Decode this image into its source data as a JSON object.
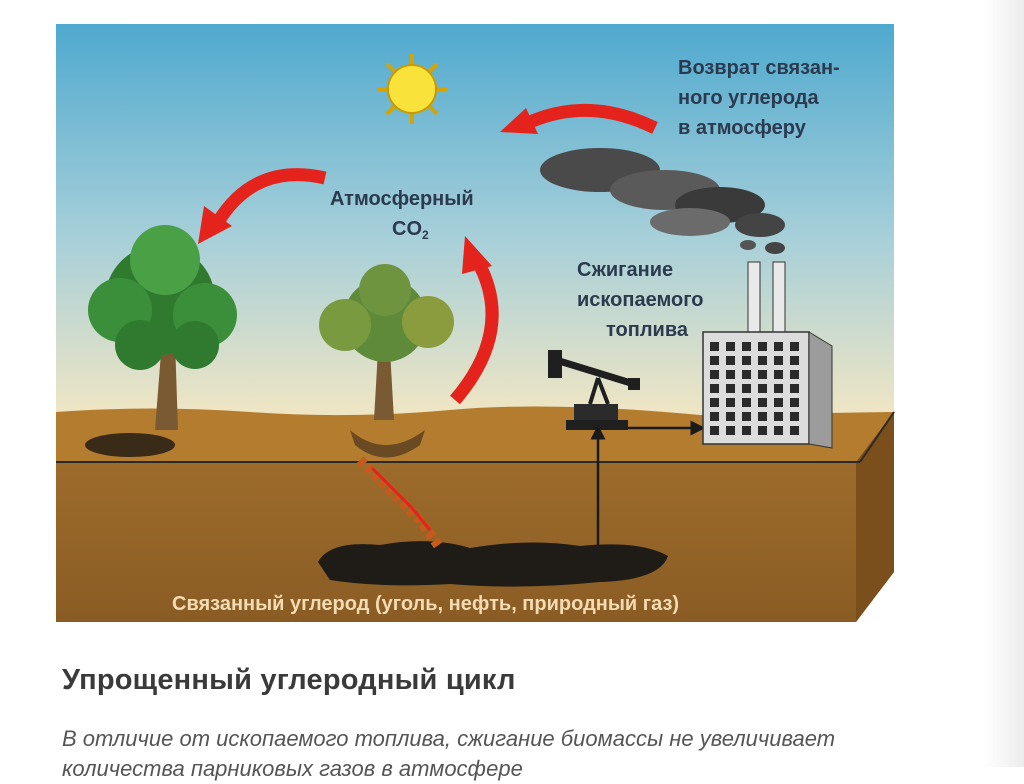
{
  "labels": {
    "return_carbon": [
      "Возврат связан-",
      "ного углерода",
      "в атмосферу"
    ],
    "atmospheric_co2": [
      "Атмосферный",
      "CO",
      "2"
    ],
    "fuel_burning": [
      "Сжигание",
      "ископаемого",
      "топлива"
    ],
    "bound_carbon": "Связанный углерод (уголь, нефть, природный газ)"
  },
  "caption": {
    "title": "Упрощенный углеродный цикл",
    "text": "В отличие от ископаемого топлива, сжигание биомассы не увеличивает количества парниковых газов в атмосфере"
  },
  "colors": {
    "sky_top": "#4fa9cf",
    "sky_bottom": "#f1e6c3",
    "ground_surface": "#b47c2e",
    "soil": "#9a6a2c",
    "arrow": "#e3231c",
    "label_text": "#2b3a4e"
  }
}
